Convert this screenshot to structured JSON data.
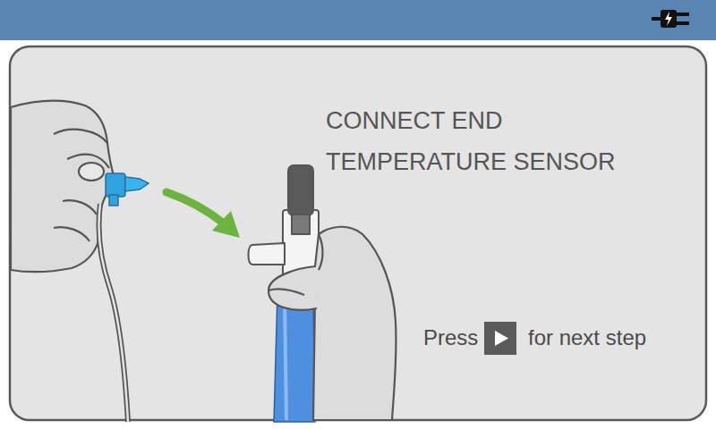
{
  "diagram": {
    "title": "CONNECT END TEMPERATURE SENSOR",
    "labels": [
      "Press",
      "for next step"
    ]
  }
}
